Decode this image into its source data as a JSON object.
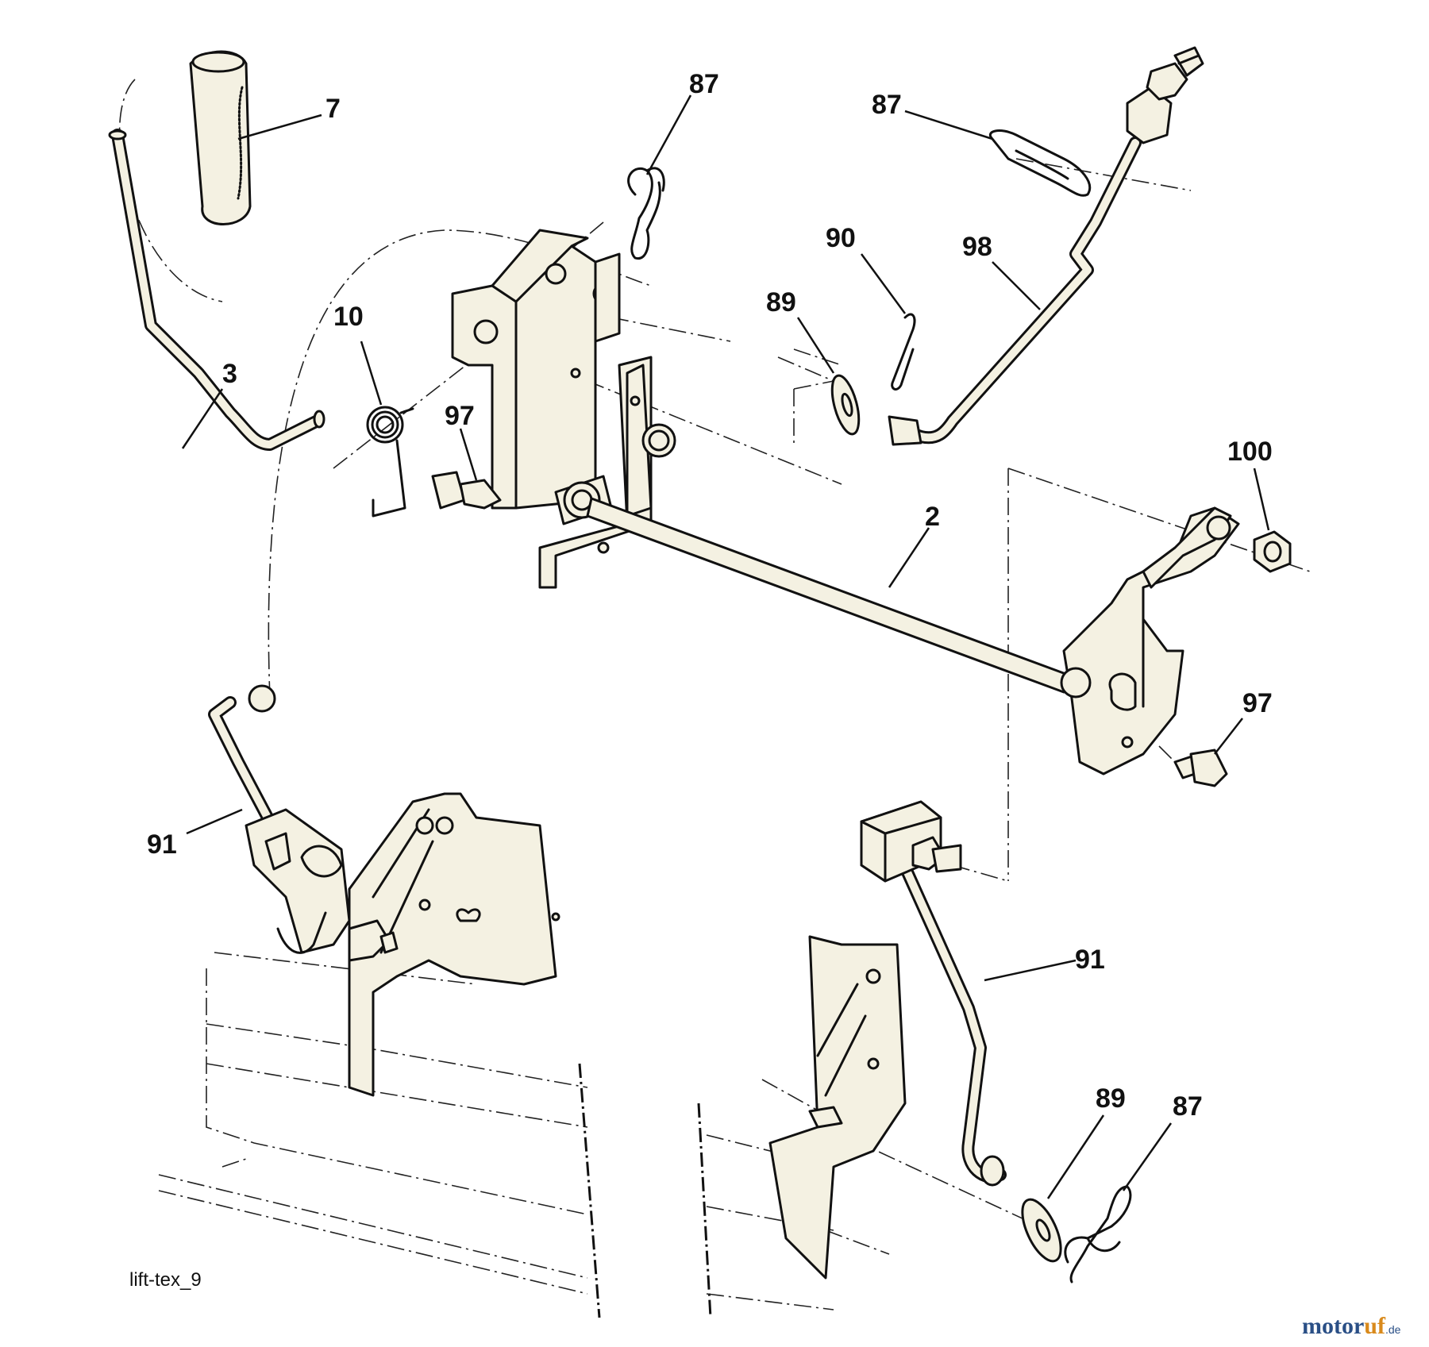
{
  "diagram": {
    "callouts": {
      "c7": "7",
      "c3": "3",
      "c10": "10",
      "c97a": "97",
      "c87a": "87",
      "c87b": "87",
      "c90": "90",
      "c89a": "89",
      "c98": "98",
      "c2": "2",
      "c100": "100",
      "c97b": "97",
      "c91a": "91",
      "c91b": "91",
      "c89b": "89",
      "c87c": "87"
    },
    "drawing_code": "lift-tex_9",
    "watermark": {
      "part1": "motor",
      "part2": "uf",
      "part3": ".de"
    }
  }
}
